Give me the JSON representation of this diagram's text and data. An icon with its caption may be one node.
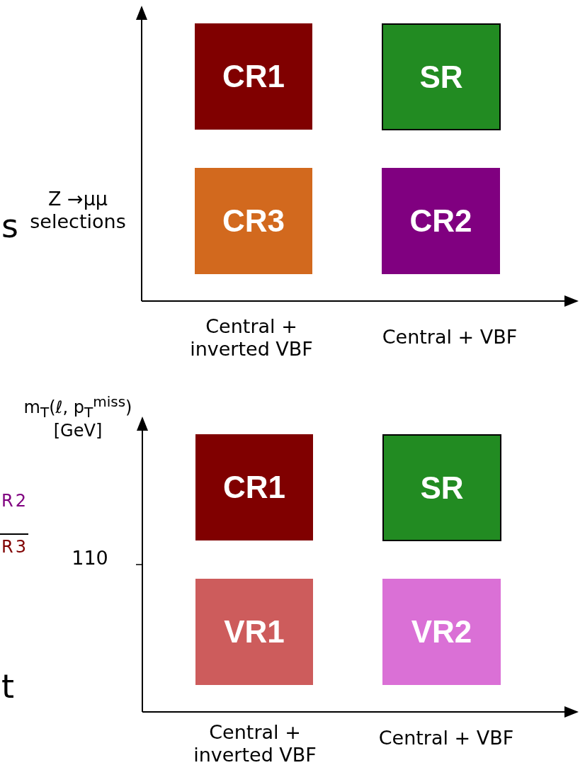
{
  "diagram": {
    "nodes": [
      {
        "text": [
          "CR1"
        ]
      },
      {
        "text": [
          "SR"
        ]
      },
      {
        "text": [
          "CR3"
        ]
      },
      {
        "text": [
          "CR2"
        ]
      },
      {
        "text": [
          "CR1"
        ]
      },
      {
        "text": [
          "SR"
        ]
      },
      {
        "text": [
          "VR1"
        ]
      },
      {
        "text": [
          "VR2"
        ]
      }
    ],
    "edges": [],
    "labels": [
      "Z →μμ selections",
      "Central + inverted VBF",
      "Central + VBF",
      "m$_{T}$(ℓ, p$_{T}$$^{miss}$) [GeV]",
      "110",
      "Central + inverted VBF",
      "Central + VBF",
      "s",
      "R2",
      "R3",
      "t"
    ]
  }
}
